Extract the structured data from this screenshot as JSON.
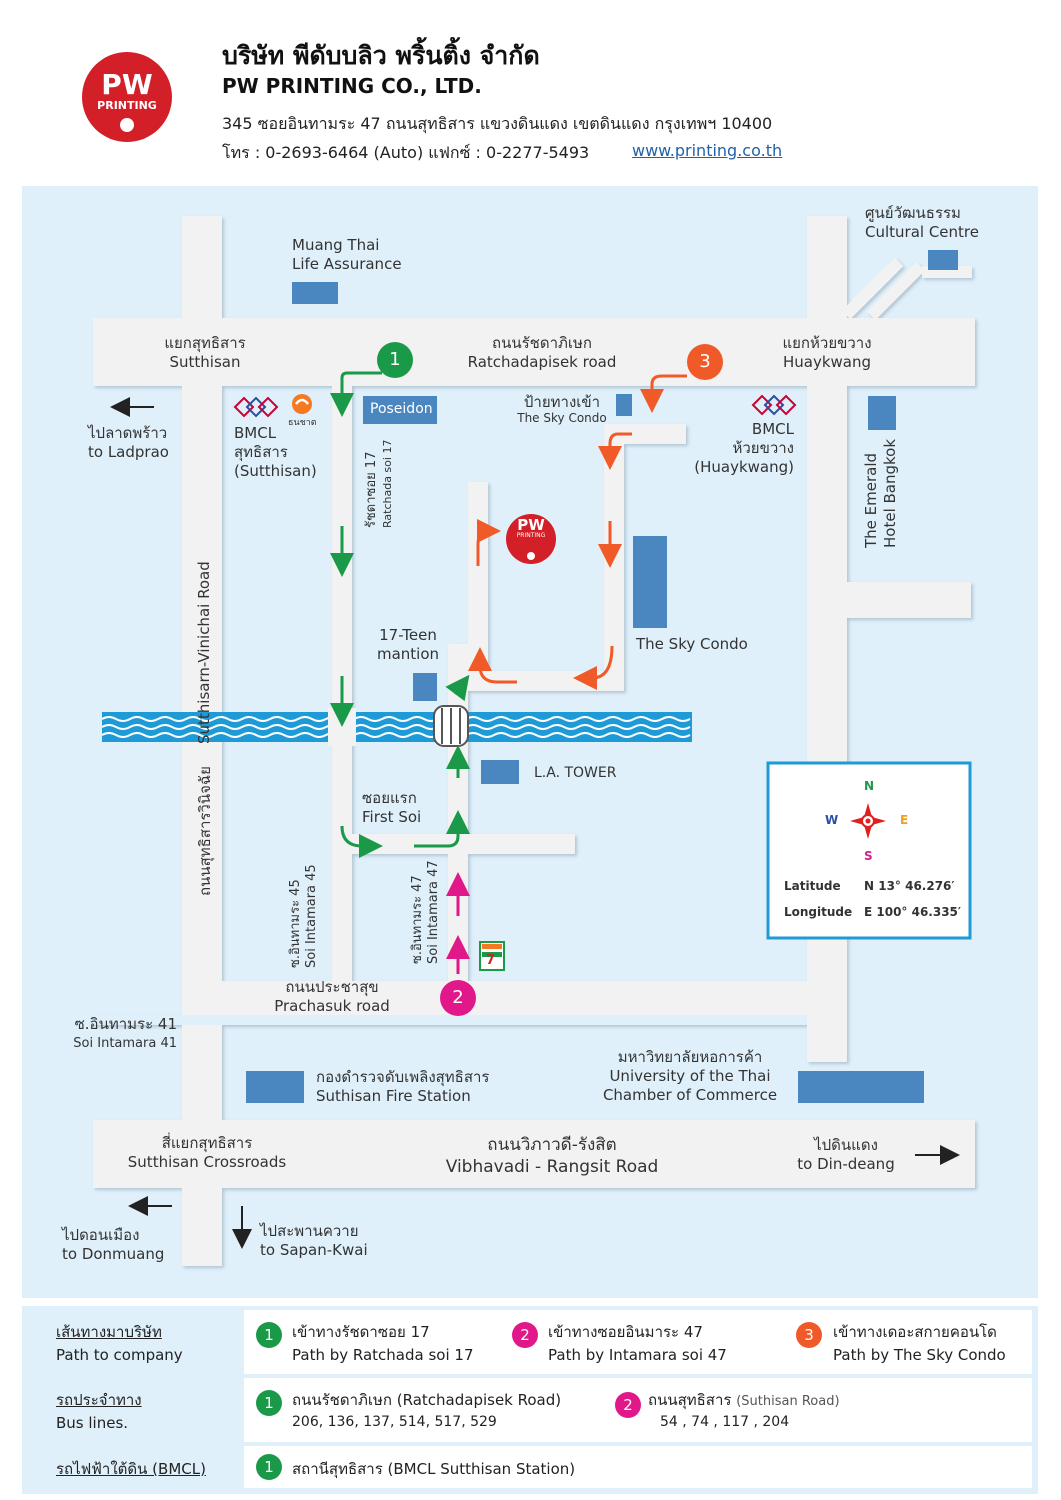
{
  "header": {
    "logo_text_main": "PW",
    "logo_text_sub": "PRINTING",
    "company_name_th": "บริษัท พีดับบลิว พริ้นติ้ง จำกัด",
    "company_name_en": "PW PRINTING CO., LTD.",
    "address": "345 ซอยอินทามระ 47 ถนนสุทธิสาร แขวงดินแดง เขตดินแดง กรุงเทพฯ 10400",
    "phone_fax": "โทร : 0-2693-6464 (Auto)  แฟกซ์ : 0-2277-5493",
    "website": "www.printing.co.th"
  },
  "map": {
    "roads": {
      "ratchada_th": "ถนนรัชดาภิเษก",
      "ratchada_en": "Ratchadapisek road",
      "vibhavadi_th": "ถนนวิภาวดี-รังสิต",
      "vibhavadi_en": "Vibhavadi - Rangsit Road",
      "prachasuk_th": "ถนนประชาสุข",
      "prachasuk_en": "Prachasuk road",
      "sutthisarn_vinichai_en": "Sutthisarn-Vinichai Road",
      "sutthisarn_vinichai_th": "ถนนสุทธิสารวินิจฉัย",
      "soi17_th": "รัชดาซอย 17",
      "soi17_en": "Ratchada soi 17",
      "intamara45_th": "ซ.อินทามระ 45",
      "intamara45_en": "Soi Intamara 45",
      "intamara47_th": "ซ.อินทามระ 47",
      "intamara47_en": "Soi Intamara 47",
      "intamara41_th": "ซ.อินทามระ 41",
      "intamara41_en": "Soi Intamara 41",
      "first_soi_th": "ซอยแรก",
      "first_soi_en": "First Soi"
    },
    "junctions": {
      "sutthisan_th": "แยกสุทธิสาร",
      "sutthisan_en": "Sutthisan",
      "huaykwang_th": "แยกห้วยขวาง",
      "huaykwang_en": "Huaykwang",
      "crossroads_th": "สี่แยกสุทธิสาร",
      "crossroads_en": "Sutthisan Crossroads"
    },
    "directions": {
      "ladprao_th": "ไปลาดพร้าว",
      "ladprao_en": "to Ladprao",
      "donmuang_th": "ไปดอนเมือง",
      "donmuang_en": "to Donmuang",
      "sapankwai_th": "ไปสะพานควาย",
      "sapankwai_en": "to Sapan-Kwai",
      "dindeang_th": "ไปดินแดง",
      "dindeang_en": "to Din-deang"
    },
    "landmarks": {
      "muang_thai_1": "Muang Thai",
      "muang_thai_2": "Life Assurance",
      "cultural_th": "ศูนย์วัฒนธรรม",
      "cultural_en": "Cultural Centre",
      "poseidon": "Poseidon",
      "sky_entrance_th": "ป้ายทางเข้า",
      "sky_entrance_en": "The Sky Condo",
      "bmcl_sutthisan_1": "BMCL",
      "bmcl_sutthisan_2": "สุทธิสาร",
      "bmcl_sutthisan_3": "(Sutthisan)",
      "bmcl_huaykwang_1": "BMCL",
      "bmcl_huaykwang_2": "ห้วยขวาง",
      "bmcl_huaykwang_3": "(Huaykwang)",
      "emerald_1": "The Emerald",
      "emerald_2": "Hotel Bangkok",
      "sky_condo": "The Sky Condo",
      "teen_1": "17-Teen",
      "teen_2": "mantion",
      "la_tower": "L.A. TOWER",
      "fire_th": "กองดำรวจดับเพลิงสุทธิสาร",
      "fire_en": "Suthisan Fire Station",
      "utcc_th": "มหาวิทยาลัยหอการค้า",
      "utcc_en1": "University of the Thai",
      "utcc_en2": "Chamber of Commerce",
      "thanachart": "ธนชาต",
      "seven_eleven": "7"
    },
    "markers": {
      "m1": "1",
      "m2": "2",
      "m3": "3"
    },
    "compass": {
      "n": "N",
      "s": "S",
      "e": "E",
      "w": "W",
      "lat_label": "Latitude",
      "lat_value": "N 13° 46.276′",
      "lon_label": "Longitude",
      "lon_value": "E 100° 46.335′"
    },
    "colors": {
      "route1": "#1a9a48",
      "route2": "#e0188a",
      "route3": "#f05a28",
      "building": "#4a86c0",
      "road": "#f2f2f2",
      "background": "#dff0fb",
      "logo": "#d31f27"
    }
  },
  "legend": {
    "path_th": "เส้นทางมาบริษัท",
    "path_en": "Path to company",
    "path1_th": "เข้าทางรัชดาซอย 17",
    "path1_en": "Path by Ratchada soi 17",
    "path2_th": "เข้าทางซอยอินมาระ 47",
    "path2_en": "Path by Intamara soi 47",
    "path3_th": "เข้าทางเดอะสกายคอนโด",
    "path3_en": "Path by The Sky Condo",
    "bus_th": "รถประจำทาง",
    "bus_en": "Bus lines.",
    "bus1_th": "ถนนรัชดาภิเษก",
    "bus1_en": "(Ratchadapisek Road)",
    "bus1_lines": "206, 136, 137,  514, 517, 529",
    "bus2_th": "ถนนสุทธิสาร",
    "bus2_en": "(Suthisan Road)",
    "bus2_lines": "54 , 74 , 117 , 204",
    "mrt_th": "รถไฟฟ้าใต้ดิน (BMCL)",
    "mrt1": "สถานีสุทธิสาร (BMCL Sutthisan Station)",
    "n1": "1",
    "n2": "2",
    "n3": "3"
  }
}
